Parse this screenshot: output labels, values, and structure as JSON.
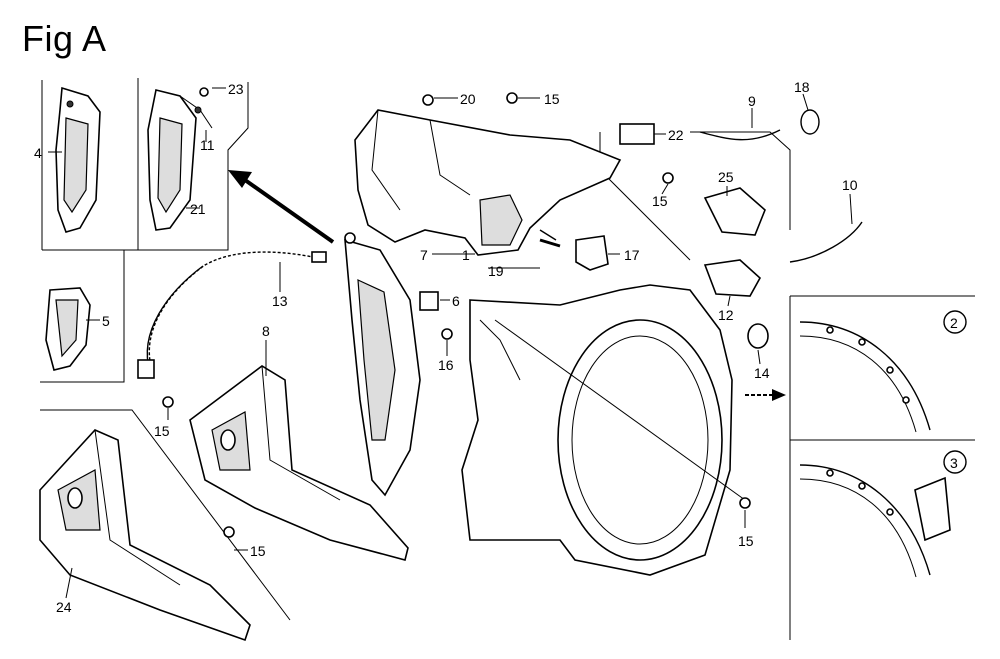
{
  "figure": {
    "title": "Fig A"
  },
  "callouts": {
    "c2": "2",
    "c3": "3",
    "c4": "4",
    "c5": "5",
    "c6": "6",
    "c7": "7",
    "c1": "1",
    "c8": "8",
    "c9": "9",
    "c10": "10",
    "c11": "11",
    "c12": "12",
    "c13": "13",
    "c14": "14",
    "c15a": "15",
    "c15b": "15",
    "c15c": "15",
    "c15d": "15",
    "c15e": "15",
    "c16": "16",
    "c17": "17",
    "c18": "18",
    "c19": "19",
    "c20": "20",
    "c21": "21",
    "c22": "22",
    "c23": "23",
    "c24": "24",
    "c25": "25"
  }
}
